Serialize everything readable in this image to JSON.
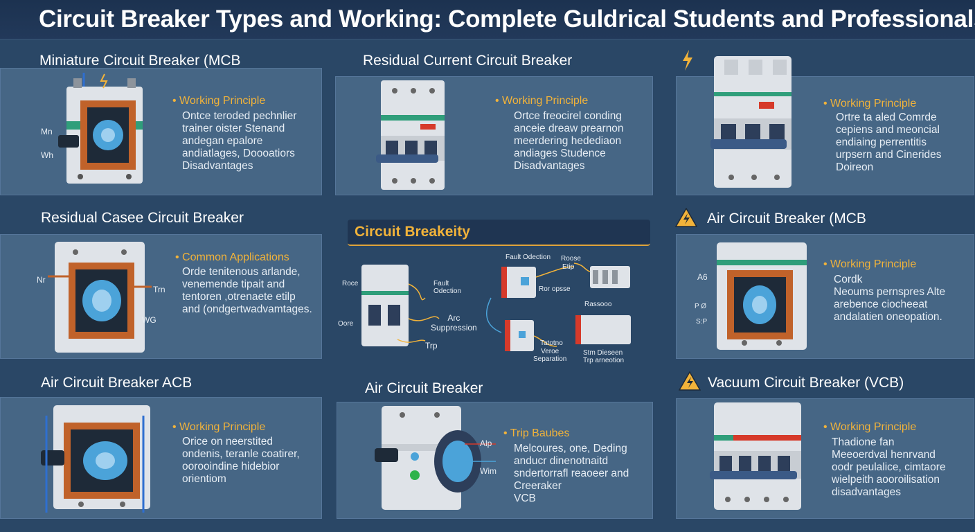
{
  "title": "Circuit Breaker Types and Working: Complete Guldrical Students and Professionals",
  "sections": [
    {
      "title": "Miniature Circuit Breaker (MCB",
      "heading": "Working Principle",
      "body": "Ontce teroded pechnlier\ntrainer oister Stenand\nandegan epalore\nandiatlages, Doooatiors\nDisadvantages",
      "labels": [
        "Mn",
        "Wh"
      ]
    },
    {
      "title": "Residual Current Circuit Breaker",
      "heading": "Working Principle",
      "body": "Ortce freocirel conding\nanceie dreaw prearnon\nmeerdering hedediaon\nandiages Studence\nDisadvantages"
    },
    {
      "title": "",
      "heading": "Working Principle",
      "body": "Ortre ta aled Comrde\ncepiens and meoncial\nendiaing perrentitis\nurpsern and Cinerides\nDoireon",
      "icon": "lightning-icon"
    },
    {
      "title": "Residual Casee Circuit Breaker",
      "heading": "Common Applications",
      "body": "Orde tenitenous arlande,\nvenemende tipait and\ntentoren ,otrenaete etilp\nand (ondgertwadvamtages.",
      "labels": [
        "Nr",
        "Trn",
        "WG"
      ]
    },
    {
      "title": "Air Circuit Breaker (MCB",
      "heading": "Working Principle",
      "body": "Cordk\nNeoums pernspres Alte\narebence ciocheeat\nandalatien oneopation.",
      "labels": [
        "A6",
        "P Ø",
        "S:P"
      ],
      "icon": "warning-icon"
    },
    {
      "title": "Air Circuit Breaker ACB",
      "heading": "Working Principle",
      "body": "Orice on neerstited\nondenis, teranle coatirer,\noorooindine hidebior\norientiom"
    },
    {
      "title": "Air Circuit Breaker",
      "heading": "Trip Baubes",
      "body": "Melcoures, one, Deding\nanducr dinenotnaitd\nsndertorrafl reaoeer and\nCreeraker\nVCB",
      "labels": [
        "Alp",
        "Wim"
      ]
    },
    {
      "title": "Vacuum Circuit Breaker (VCB)",
      "heading": "Working Principle",
      "body": "Thadione fan\nMeeoerdval henrvand\noodr peulalice, cimtaore\nwielpeith aooroilisation\ndisadvantages",
      "icon": "warning-icon"
    }
  ],
  "center": {
    "title": "Circuit Breakeity",
    "labels": {
      "roce": "Roce",
      "oore": "Oore",
      "fault_detection_small": "Fault\nOdection",
      "arc_suppression": "Arc\nSuppression",
      "trip": "Trp",
      "fault_odection": "Fault Odection",
      "roose": "Roose",
      "etip": "Etip",
      "ror_opsse": "Ror opsse",
      "rassooo": "Rassooo",
      "tatotno": "Tatotno",
      "veroe_separation": "Veroe\nSeparation",
      "stm_dieseen": "Stm Dieseen\nTrp arneotion"
    }
  },
  "colors": {
    "background": "#2a4766",
    "card": "#466685",
    "accent": "#f2b33a",
    "breaker_body": "#dfe3e8",
    "copper": "#c0622a",
    "inner_blue": "#4ba3d9"
  }
}
